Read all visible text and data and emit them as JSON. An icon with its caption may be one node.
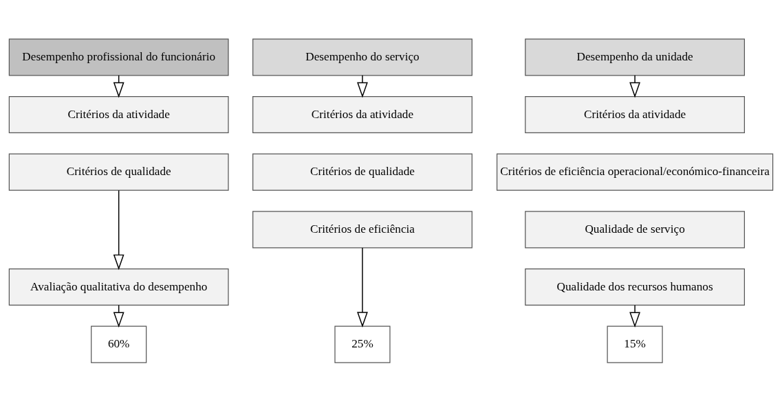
{
  "diagram": {
    "nodes": [
      {
        "text": [
          "Desempenho profissional do funcionário"
        ]
      },
      {
        "text": [
          "Critérios da atividade"
        ]
      },
      {
        "text": [
          "Critérios de qualidade"
        ]
      },
      {
        "text": [
          "Avaliação qualitativa do desempenho"
        ]
      },
      {
        "text": [
          "60%"
        ]
      },
      {
        "text": [
          "Desempenho do serviço"
        ]
      },
      {
        "text": [
          "Critérios da atividade"
        ]
      },
      {
        "text": [
          "Critérios de qualidade"
        ]
      },
      {
        "text": [
          "Critérios de eficiência"
        ]
      },
      {
        "text": [
          "25%"
        ]
      },
      {
        "text": [
          "Desempenho da unidade"
        ]
      },
      {
        "text": [
          "Critérios da atividade"
        ]
      },
      {
        "text": [
          "Critérios de eficiência operacional/económico-financeira"
        ]
      },
      {
        "text": [
          "Qualidade de serviço"
        ]
      },
      {
        "text": [
          "Qualidade dos recursos humanos"
        ]
      },
      {
        "text": [
          "15%"
        ]
      }
    ],
    "edges": [
      {
        "from": 0,
        "to": 1,
        "arrow": "to"
      },
      {
        "from": 2,
        "to": 3,
        "arrow": "to"
      },
      {
        "from": 3,
        "to": 4,
        "arrow": "to"
      },
      {
        "from": 5,
        "to": 6,
        "arrow": "to"
      },
      {
        "from": 8,
        "to": 9,
        "arrow": "to"
      },
      {
        "from": 10,
        "to": 11,
        "arrow": "to"
      },
      {
        "from": 14,
        "to": 15,
        "arrow": "to"
      }
    ]
  }
}
